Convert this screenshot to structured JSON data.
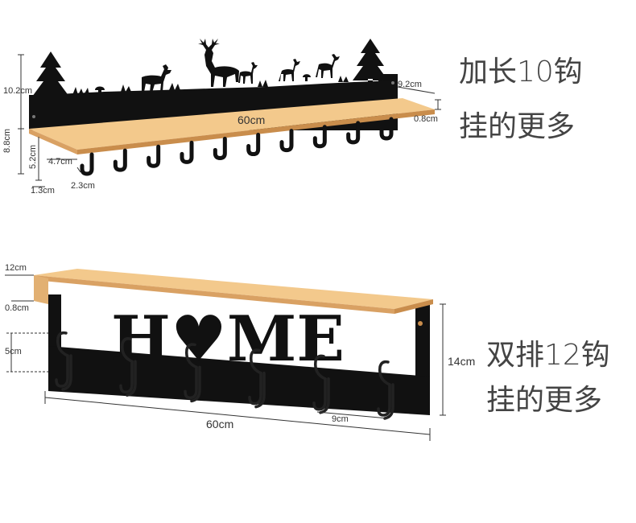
{
  "colors": {
    "metal": "#111111",
    "wood_top": "#f3c98c",
    "wood_front": "#e2b072",
    "wood_edge": "#c98d4c",
    "dim_line": "#333333",
    "caption": "#444444"
  },
  "product1": {
    "caption_line1": "加长10钩",
    "caption_line2": "挂的更多",
    "dims": {
      "height_total": "10.2cm",
      "depth": "9.2cm",
      "width": "60cm",
      "thickness": "0.8cm",
      "back_height": "8.8cm",
      "hook_height": "5.2cm",
      "hook_depth": "4.7cm",
      "hook_gap": "2.3cm",
      "hook_width": "1.3cm"
    },
    "hook_count": 10,
    "icons": [
      "pine-tree-icon",
      "deer-icon",
      "mushroom-icon",
      "grass-icon"
    ]
  },
  "product2": {
    "caption_line1": "双排12钩",
    "caption_line2": "挂的更多",
    "sign_text": "H♥ME",
    "dims": {
      "depth": "12cm",
      "thickness": "0.8cm",
      "hook_height": "5cm",
      "height": "14cm",
      "width": "60cm",
      "hook_spacing": "9cm"
    },
    "hook_count": 6,
    "icons": [
      "heart-icon",
      "double-hook-icon"
    ]
  }
}
